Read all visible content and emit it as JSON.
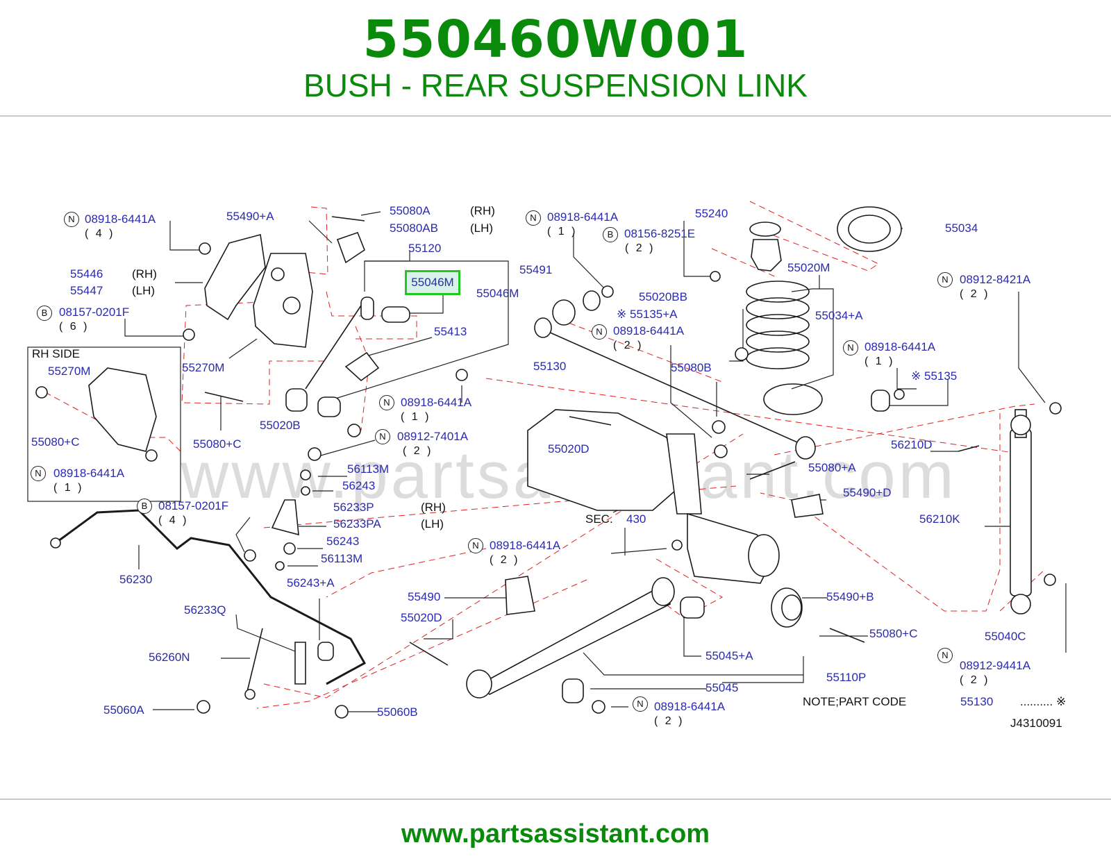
{
  "header": {
    "part_number": "550460W001",
    "description": "BUSH - REAR SUSPENSION LINK"
  },
  "footer": {
    "url": "www.partsassistant.com"
  },
  "watermark": "www.partsassistant.com",
  "highlight": "55046M",
  "labels": {
    "l_08918_a": "08918-6441A",
    "q_4_a": "( 4 )",
    "l_55490a": "55490+A",
    "l_55080A": "55080A",
    "l_rh1": "(RH)",
    "l_55080AB": "55080AB",
    "l_lh1": "(LH)",
    "l_55120": "55120",
    "l_08918_b": "08918-6441A",
    "q_1_b": "( 1 )",
    "l_08156": "08156-8251E",
    "q_2_c": "( 2 )",
    "l_55240": "55240",
    "l_55034": "55034",
    "l_55446": "55446",
    "l_rh2": "(RH)",
    "l_55447": "55447",
    "l_lh2": "(LH)",
    "l_55491": "55491",
    "l_55020M": "55020M",
    "l_08912_8421": "08912-8421A",
    "q_2_d": "( 2 )",
    "l_08157_a": "08157-0201F",
    "q_6": "( 6 )",
    "l_55046M_2": "55046M",
    "l_55020BB": "55020BB",
    "l_55135a": "55135+A",
    "l_55034a": "55034+A",
    "l_55413": "55413",
    "l_08918_c": "08918-6441A",
    "q_2_e": "( 2 )",
    "rh_side": "RH   SIDE",
    "l_55270M_a": "55270M",
    "l_55130": "55130",
    "l_08918_d": "08918-6441A",
    "q_1_f": "( 1 )",
    "l_55270M_b": "55270M",
    "l_55080B": "55080B",
    "l_55135": "55135",
    "l_08918_e": "08918-6441A",
    "q_1_g": "( 1 )",
    "l_55020B": "55020B",
    "l_55080c_a": "55080+C",
    "l_55080c_b": "55080+C",
    "l_08912_7401": "08912-7401A",
    "q_2_h": "( 2 )",
    "l_55020D_a": "55020D",
    "l_56210D": "56210D",
    "l_08918_f": "08918-6441A",
    "q_1_i": "( 1 )",
    "l_56113M_a": "56113M",
    "l_55080a": "55080+A",
    "l_56243_a": "56243",
    "l_55490d": "55490+D",
    "l_08157_b": "08157-0201F",
    "q_4_j": "( 4 )",
    "l_56233P": "56233P",
    "l_rh3": "(RH)",
    "l_56233PA": "56233PA",
    "l_lh3": "(LH)",
    "sec": "SEC.",
    "sec_num": "430",
    "l_56210K": "56210K",
    "l_56243_b": "56243",
    "l_08918_g": "08918-6441A",
    "q_2_k": "( 2 )",
    "l_56113M_b": "56113M",
    "l_56230": "56230",
    "l_56243a": "56243+A",
    "l_55490": "55490",
    "l_55490b": "55490+B",
    "l_56233Q": "56233Q",
    "l_55020D_b": "55020D",
    "l_55080c_c": "55080+C",
    "l_55040C": "55040C",
    "l_56260N": "56260N",
    "l_55045a": "55045+A",
    "l_08912_9441": "08912-9441A",
    "q_2_l": "( 2 )",
    "l_55110P": "55110P",
    "l_55045": "55045",
    "l_55060A": "55060A",
    "l_55060B": "55060B",
    "l_08918_h": "08918-6441A",
    "q_2_m": "( 2 )",
    "note": "NOTE;PART   CODE",
    "note_code": "55130",
    "note_dots": "..........  ※",
    "ref": "J4310091"
  },
  "circles": {
    "n": "N",
    "b": "B"
  },
  "marks": {
    "star": "※"
  }
}
